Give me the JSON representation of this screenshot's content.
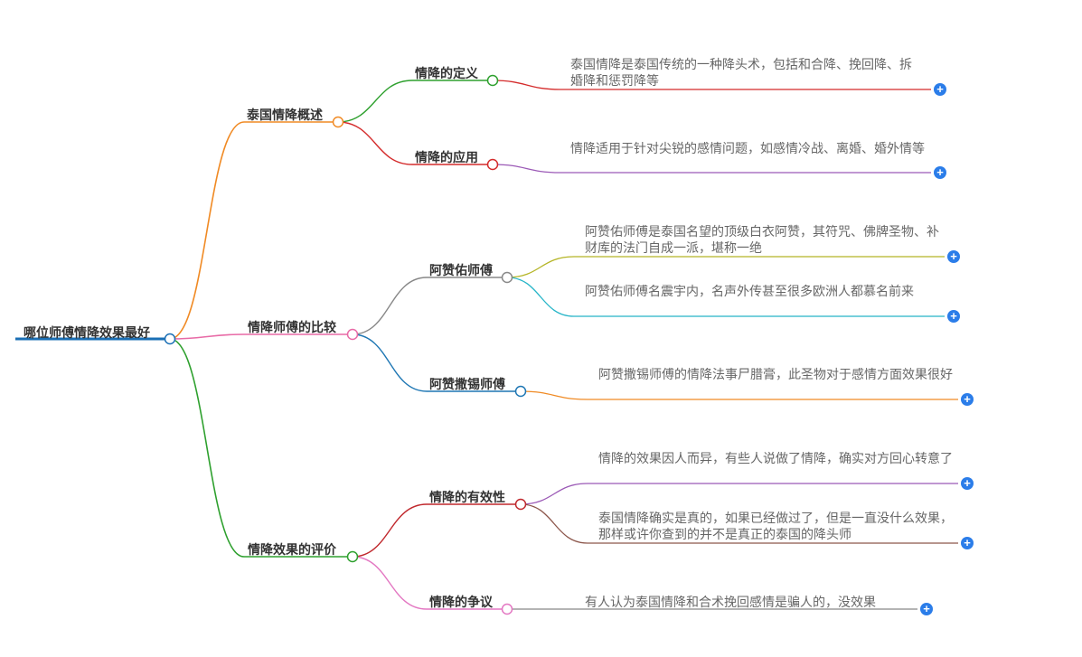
{
  "root": {
    "label": "哪位师傅情降效果最好",
    "color": "#1a6fb5"
  },
  "branches": [
    {
      "label": "泰国情降概述",
      "color": "#f08a24",
      "children": [
        {
          "label": "情降的定义",
          "color": "#2ea02e",
          "leaves": [
            {
              "text": "泰国情降是泰国传统的一种降头术，包括和合降、挽回降、拆婚降和惩罚降等",
              "color": "#d42b2b"
            }
          ]
        },
        {
          "label": "情降的应用",
          "color": "#d42b2b",
          "leaves": [
            {
              "text": "情降适用于针对尖锐的感情问题，如感情冷战、离婚、婚外情等",
              "color": "#9b59b6"
            }
          ]
        }
      ]
    },
    {
      "label": "情降师傅的比较",
      "color": "#e86aa6",
      "children": [
        {
          "label": "阿赞佑师傅",
          "color": "#888888",
          "leaves": [
            {
              "text": "阿赞佑师傅是泰国名望的顶级白衣阿赞，其符咒、佛牌圣物、补财库的法门自成一派，堪称一绝",
              "color": "#b5b526"
            },
            {
              "text": "阿赞佑师傅名震宇内，名声外传甚至很多欧洲人都慕名前来",
              "color": "#26b5c8"
            }
          ]
        },
        {
          "label": "阿赞撒锡师傅",
          "color": "#1f77b4",
          "leaves": [
            {
              "text": "阿赞撒锡师傅的情降法事尸腊膏，此圣物对于感情方面效果很好",
              "color": "#f08a24"
            }
          ]
        }
      ]
    },
    {
      "label": "情降效果的评价",
      "color": "#2ea02e",
      "children": [
        {
          "label": "情降的有效性",
          "color": "#c0282d",
          "leaves": [
            {
              "text": "情降的效果因人而异，有些人说做了情降，确实对方回心转意了",
              "color": "#9b59b6"
            },
            {
              "text": "泰国情降确实是真的，如果已经做过了，但是一直没什么效果，那样或许你查到的并不是真正的泰国的降头师",
              "color": "#8c564b"
            }
          ]
        },
        {
          "label": "情降的争议",
          "color": "#e377c2",
          "leaves": [
            {
              "text": "有人认为泰国情降和合术挽回感情是骗人的，没效果",
              "color": "#888888"
            }
          ]
        }
      ]
    }
  ],
  "expand_glyph": "+"
}
